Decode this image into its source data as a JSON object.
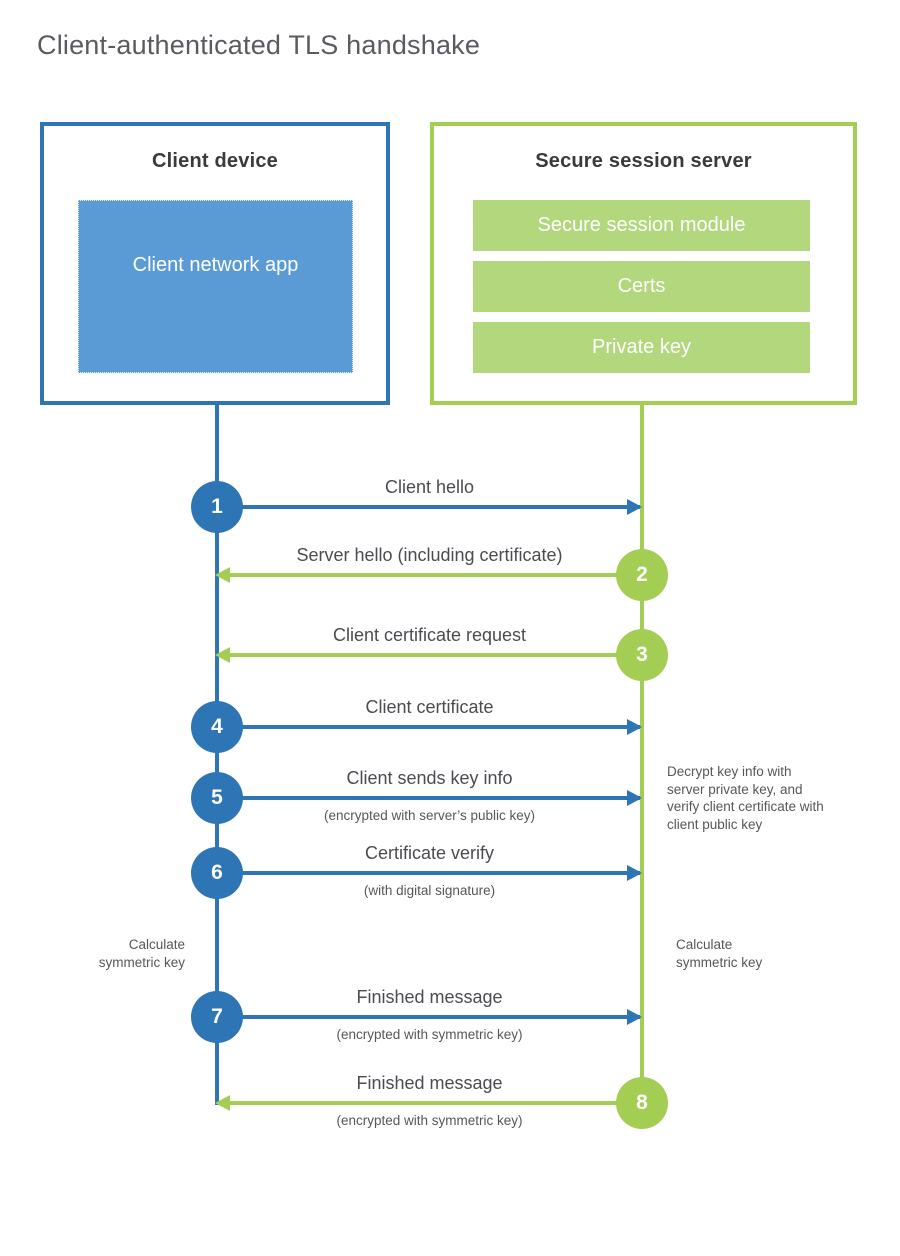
{
  "page": {
    "title": "Client-authenticated TLS handshake"
  },
  "colors": {
    "blue": "#2e75b6",
    "blue_light": "#5b9bd5",
    "green": "#a4cd53",
    "green_light": "#b2d77c"
  },
  "client": {
    "title": "Client device",
    "app_label": "Client network app"
  },
  "server": {
    "title": "Secure session server",
    "modules": [
      "Secure session module",
      "Certs",
      "Private key"
    ]
  },
  "steps": [
    {
      "number": "1",
      "label": "Client hello",
      "sublabel": "",
      "direction": "right",
      "from": "client",
      "to": "server"
    },
    {
      "number": "2",
      "label": "Server hello (including certificate)",
      "sublabel": "",
      "direction": "left",
      "from": "server",
      "to": "client"
    },
    {
      "number": "3",
      "label": "Client certificate request",
      "sublabel": "",
      "direction": "left",
      "from": "server",
      "to": "client"
    },
    {
      "number": "4",
      "label": "Client certificate",
      "sublabel": "",
      "direction": "right",
      "from": "client",
      "to": "server"
    },
    {
      "number": "5",
      "label": "Client sends key info",
      "sublabel": "(encrypted with server’s public key)",
      "direction": "right",
      "from": "client",
      "to": "server"
    },
    {
      "number": "6",
      "label": "Certificate verify",
      "sublabel": "(with digital signature)",
      "direction": "right",
      "from": "client",
      "to": "server"
    },
    {
      "number": "7",
      "label": "Finished message",
      "sublabel": "(encrypted with symmetric key)",
      "direction": "right",
      "from": "client",
      "to": "server"
    },
    {
      "number": "8",
      "label": "Finished message",
      "sublabel": "(encrypted with symmetric key)",
      "direction": "left",
      "from": "server",
      "to": "client"
    }
  ],
  "notes": {
    "decrypt": "Decrypt key info with server private key, and verify client certificate with client public key",
    "calculate_left": "Calculate symmetric key",
    "calculate_right": "Calculate symmetric key"
  }
}
